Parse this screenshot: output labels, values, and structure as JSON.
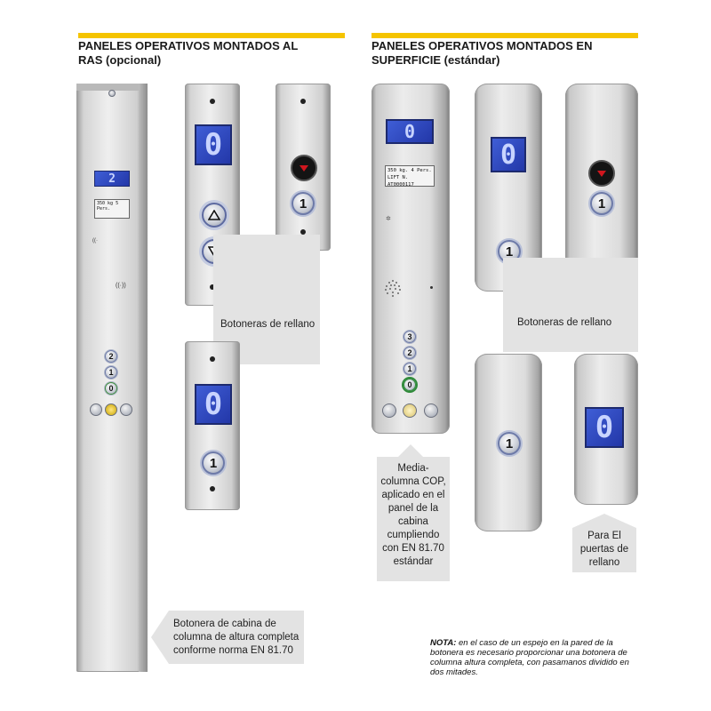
{
  "left_section": {
    "heading": "PANELES OPERATIVOS MONTADOS AL RAS (opcional)",
    "caption_landing": "Botoneras de rellano",
    "caption_cabin": "Botonera de cabina de columna de altura completa conforme norma EN 81.70"
  },
  "right_section": {
    "heading": "PANELES OPERATIVOS MONTADOS EN SUPERFICIE (estándar)",
    "caption_cop": "Media-columna COP, aplicado en el panel de la cabina cumpliendo con EN 81.70 estándar",
    "caption_landing": "Botoneras de rellano",
    "caption_doors": "Para El puertas de rellano"
  },
  "note": {
    "label": "NOTA:",
    "text": "en el caso de un espejo en la pared de la botonera es necesario proporcionar una botonera de columna altura completa, con pasamanos dividido en dos mitades."
  },
  "displays": {
    "floor_zero": "0",
    "column_display": "2",
    "button_one": "1",
    "cop_buttons": [
      "3",
      "2",
      "1",
      "0"
    ],
    "column_buttons": [
      "2",
      "1",
      "0"
    ]
  },
  "plates": {
    "column_line1": "350 kg  5 Pers.",
    "cop_line1": "350 kg.   4 Pers.",
    "cop_line2": "LIFT  N. AT0000117"
  },
  "colors": {
    "accent_yellow": "#f5c400",
    "display_blue": "#2f4bc4",
    "caption_bg": "#e3e3e3"
  }
}
